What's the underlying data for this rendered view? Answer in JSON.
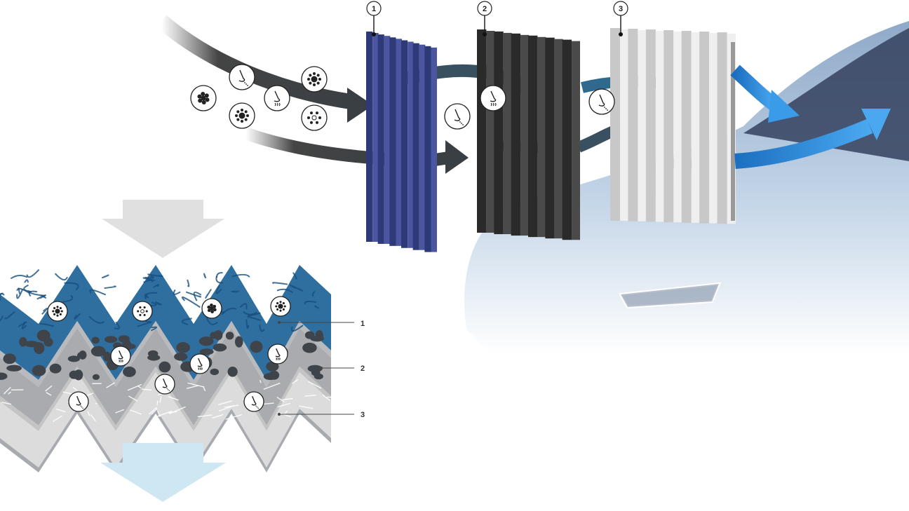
{
  "filter_stages": [
    {
      "number": "1",
      "color": "#3d4a8c"
    },
    {
      "number": "2",
      "color": "#3a3a3a"
    },
    {
      "number": "3",
      "color": "#e2e2e2"
    }
  ],
  "layer_labels": [
    "1",
    "2",
    "3"
  ],
  "colors": {
    "blue_layer": "#2f6f9f",
    "gray_layer": "#a9abae",
    "white_layer": "#dcdcdc",
    "clean_air": "#2d8be0",
    "car": "#b9cde3"
  }
}
